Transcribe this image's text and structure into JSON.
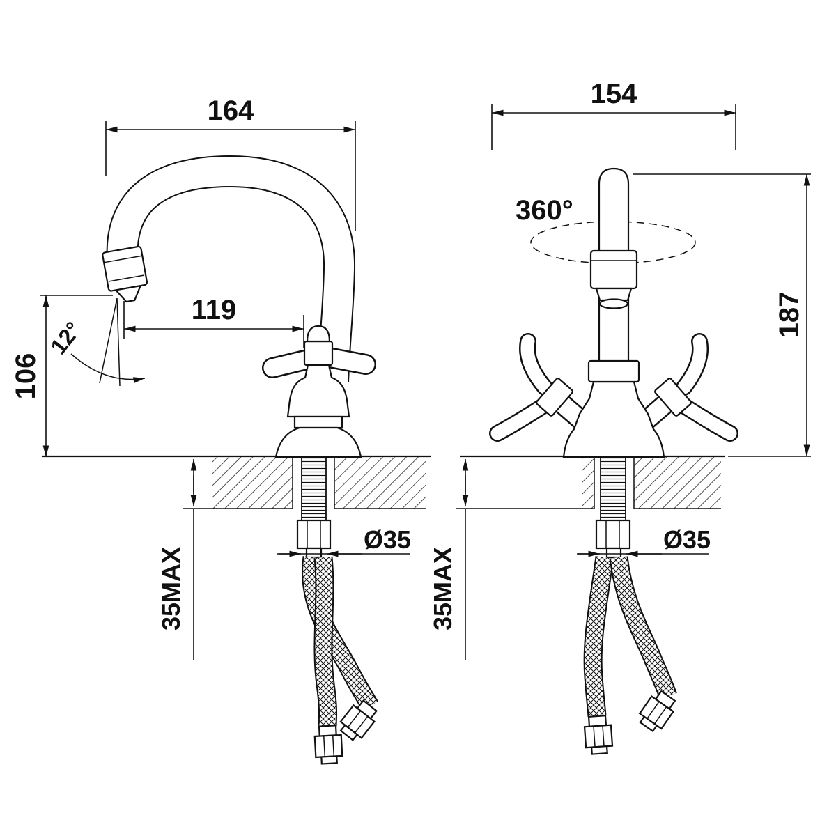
{
  "diagram": {
    "kind": "technical-drawing",
    "subject": "two-handle basin mixer faucet, side and front projection views",
    "colors": {
      "line": "#111111",
      "background": "#ffffff"
    }
  },
  "dims": {
    "side_view": {
      "overall_width": "164",
      "spout_reach": "119",
      "spout_height": "106",
      "spout_angle": "12°",
      "deck_thickness_max": "35MAX",
      "hole_diameter": "Ø35"
    },
    "front_view": {
      "overall_width": "154",
      "overall_height": "187",
      "swivel_range": "360°",
      "deck_thickness_max": "35MAX",
      "hole_diameter": "Ø35"
    }
  }
}
